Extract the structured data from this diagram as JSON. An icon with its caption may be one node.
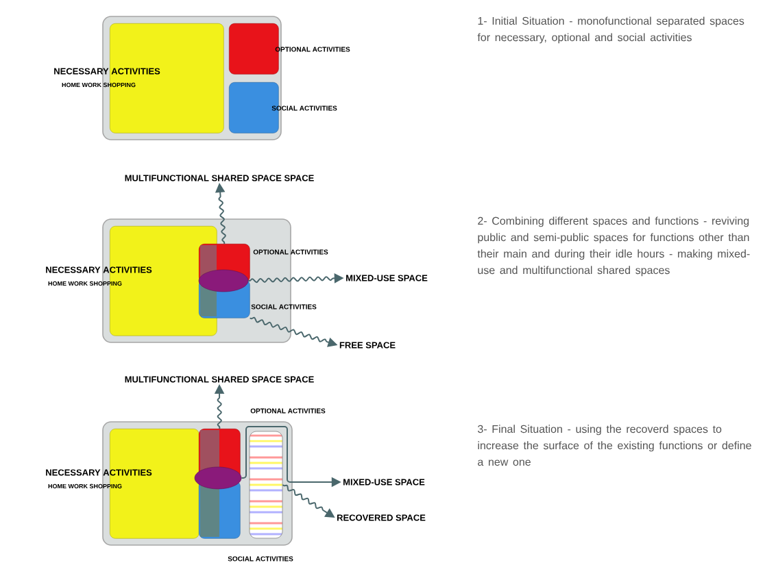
{
  "diagram": {
    "nodes": [
      {
        "text": [],
        "shape": "box"
      },
      {
        "text": [
          "NECESSARY ACTIVITIES",
          "HOME WORK SHOPPING"
        ],
        "in": 0
      },
      {
        "text": [
          "OPTIONAL ACTIVITIES"
        ],
        "in": 0
      },
      {
        "text": [
          "SOCIAL ACTIVITIES"
        ],
        "in": 0
      },
      {
        "text": [
          "MULTIFUNCTIONAL SHARED SPACE SPACE"
        ]
      },
      {
        "text": [],
        "shape": "box"
      },
      {
        "text": [
          "NECESSARY ACTIVITIES",
          "HOME WORK SHOPPING"
        ],
        "in": 5
      },
      {
        "text": [
          "OPTIONAL ACTIVITIES"
        ],
        "in": 5
      },
      {
        "text": [
          "SOCIAL ACTIVITIES"
        ],
        "in": 5
      },
      {
        "text": [],
        "shape": "circle",
        "in": 5
      },
      {
        "text": [
          "MIXED-USE SPACE"
        ]
      },
      {
        "text": [
          "FREE SPACE"
        ]
      },
      {
        "text": [
          "MULTIFUNCTIONAL SHARED SPACE SPACE"
        ]
      },
      {
        "text": [],
        "shape": "box"
      },
      {
        "text": [
          "NECESSARY ACTIVITIES",
          "HOME WORK SHOPPING"
        ],
        "in": 13
      },
      {
        "text": [
          "OPTIONAL ACTIVITIES"
        ],
        "in": 13
      },
      {
        "text": [
          "SOCIAL ACTIVITIES"
        ],
        "in": 13
      },
      {
        "text": [],
        "shape": "circle",
        "in": 13
      },
      {
        "text": [],
        "shape": "box",
        "in": 13
      },
      {
        "text": [
          "MIXED-USE SPACE"
        ]
      },
      {
        "text": [
          "RECOVERED SPACE"
        ]
      }
    ],
    "edges": [
      {
        "from": 7,
        "to": 4,
        "arrow": "to"
      },
      {
        "from": 9,
        "to": 10,
        "arrow": "to"
      },
      {
        "from": 8,
        "to": 11,
        "arrow": "to"
      },
      {
        "from": 15,
        "to": 12,
        "arrow": "to"
      },
      {
        "from": 17,
        "to": 19,
        "arrow": "to"
      },
      {
        "from": 18,
        "to": 20,
        "arrow": "to"
      }
    ],
    "labels": [
      "1- Initial Situation - monofunctional separated spaces for necessary, optional and social activities",
      "2- Combining different spaces and functions - reviving public and semi-public spaces for functions other than their main and during their idle hours - making mixed-use and multifunctional shared spaces",
      "3- Final Situation - using the recoverd spaces to increase the surface of the existing functions or define a new one"
    ]
  }
}
